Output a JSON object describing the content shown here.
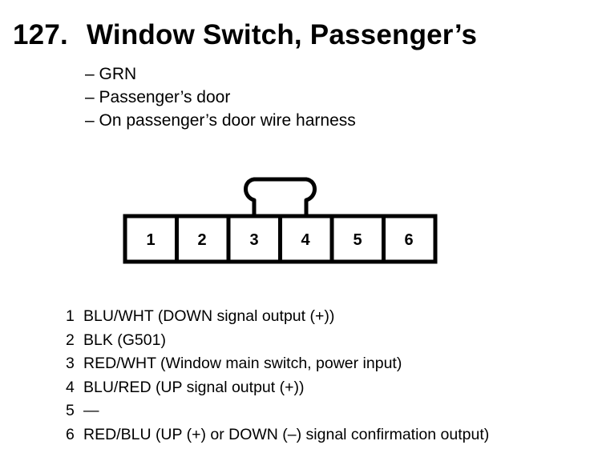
{
  "title": {
    "number": "127.",
    "text": "Window Switch, Passenger’s"
  },
  "details": [
    "– GRN",
    "– Passenger’s door",
    "– On passenger’s door wire harness"
  ],
  "connector": {
    "cavities": [
      "1",
      "2",
      "3",
      "4",
      "5",
      "6"
    ]
  },
  "pins": [
    {
      "num": "1",
      "desc": "BLU/WHT (DOWN signal output (+))"
    },
    {
      "num": "2",
      "desc": "BLK (G501)"
    },
    {
      "num": "3",
      "desc": "RED/WHT (Window main switch, power input)"
    },
    {
      "num": "4",
      "desc": "BLU/RED (UP signal output (+))"
    },
    {
      "num": "5",
      "desc": "—"
    },
    {
      "num": "6",
      "desc": "RED/BLU (UP (+) or DOWN (–) signal confirmation output)"
    }
  ]
}
